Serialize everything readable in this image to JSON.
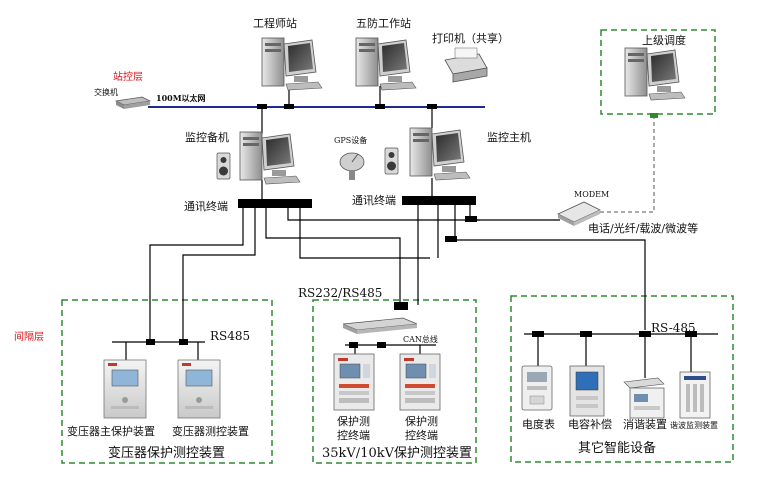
{
  "layers": {
    "station": "站控层",
    "bay": "间隔层"
  },
  "network": {
    "switch": "交换机",
    "ethernet": "100M以太网",
    "modem": "MODEM",
    "channels": "电话/光纤/载波/微波等",
    "rs232_485": "RS232/RS485",
    "can_bus": "CAN总线",
    "rs485_left": "RS485",
    "rs485_right": "RS-485"
  },
  "stations": {
    "engineer": "工程师站",
    "five_prevention": "五防工作站",
    "printer": "打印机（共享）",
    "upper_dispatch": "上级调度",
    "backup_monitor": "监控备机",
    "gps": "GPS设备",
    "main_monitor": "监控主机",
    "comm_terminal_left": "通讯终端",
    "comm_terminal_right": "通讯终端"
  },
  "groups": {
    "transformer": {
      "title": "变压器保护测控装置",
      "device_a": "变压器主保护装置",
      "device_b": "变压器测控装置"
    },
    "kv35": {
      "title": "35kV/10kV保护测控装置",
      "device_a_line1": "保护测",
      "device_a_line2": "控终端",
      "device_b_line1": "保护测",
      "device_b_line2": "控终端"
    },
    "other": {
      "title": "其它智能设备",
      "meter": "电度表",
      "capacitor": "电容补偿",
      "harmonic": "消谐装置",
      "harmonic_monitor": "谐波监测装置"
    }
  },
  "colors": {
    "dashed_border": "#2e8b2e",
    "ethernet_line": "#1f2a8c",
    "layer_label": "#d8141c",
    "bus_line": "#000000"
  }
}
